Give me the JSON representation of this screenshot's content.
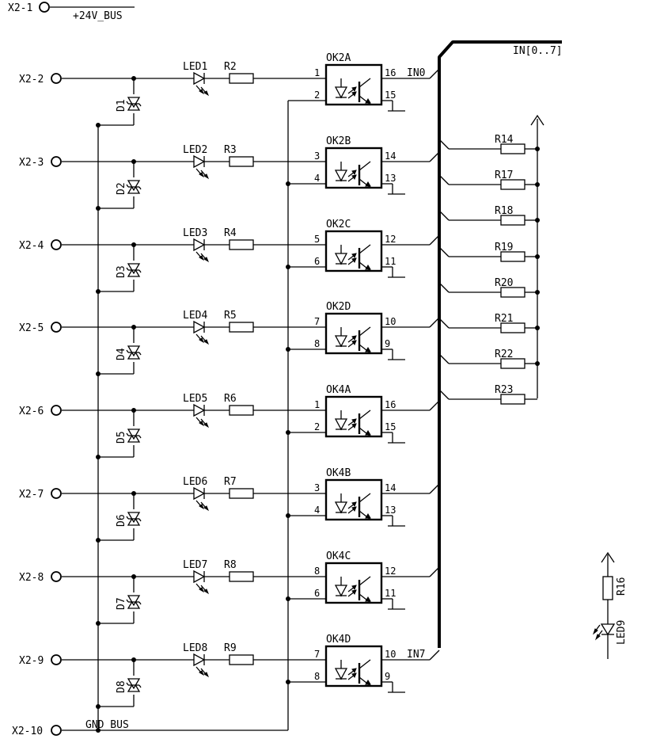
{
  "terminals": {
    "x2_1": "X2-1",
    "inputs": [
      "X2-2",
      "X2-3",
      "X2-4",
      "X2-5",
      "X2-6",
      "X2-7",
      "X2-8",
      "X2-9"
    ],
    "x2_10": "X2-10"
  },
  "nets": {
    "bus_24v": "+24V_BUS",
    "gnd_bus": "GND_BUS",
    "bus_label": "IN[0..7]",
    "in0": "IN0",
    "in7": "IN7"
  },
  "channels": [
    {
      "led": "LED1",
      "res": "R2",
      "diode": "D1",
      "ok": "OK2A",
      "pin_a": "1",
      "pin_k": "2",
      "pin_c": "16",
      "pin_e": "15"
    },
    {
      "led": "LED2",
      "res": "R3",
      "diode": "D2",
      "ok": "OK2B",
      "pin_a": "3",
      "pin_k": "4",
      "pin_c": "14",
      "pin_e": "13"
    },
    {
      "led": "LED3",
      "res": "R4",
      "diode": "D3",
      "ok": "OK2C",
      "pin_a": "5",
      "pin_k": "6",
      "pin_c": "12",
      "pin_e": "11"
    },
    {
      "led": "LED4",
      "res": "R5",
      "diode": "D4",
      "ok": "OK2D",
      "pin_a": "7",
      "pin_k": "8",
      "pin_c": "10",
      "pin_e": "9"
    },
    {
      "led": "LED5",
      "res": "R6",
      "diode": "D5",
      "ok": "OK4A",
      "pin_a": "1",
      "pin_k": "2",
      "pin_c": "16",
      "pin_e": "15"
    },
    {
      "led": "LED6",
      "res": "R7",
      "diode": "D6",
      "ok": "OK4B",
      "pin_a": "3",
      "pin_k": "4",
      "pin_c": "14",
      "pin_e": "13"
    },
    {
      "led": "LED7",
      "res": "R8",
      "diode": "D7",
      "ok": "OK4C",
      "pin_a": "8",
      "pin_k": "6",
      "pin_c": "12",
      "pin_e": "11"
    },
    {
      "led": "LED8",
      "res": "R9",
      "diode": "D8",
      "ok": "OK4D",
      "pin_a": "7",
      "pin_k": "8",
      "pin_c": "10",
      "pin_e": "9"
    }
  ],
  "pullups": [
    "R14",
    "R17",
    "R18",
    "R19",
    "R20",
    "R21",
    "R22",
    "R23"
  ],
  "indicator": {
    "res": "R16",
    "led": "LED9"
  }
}
